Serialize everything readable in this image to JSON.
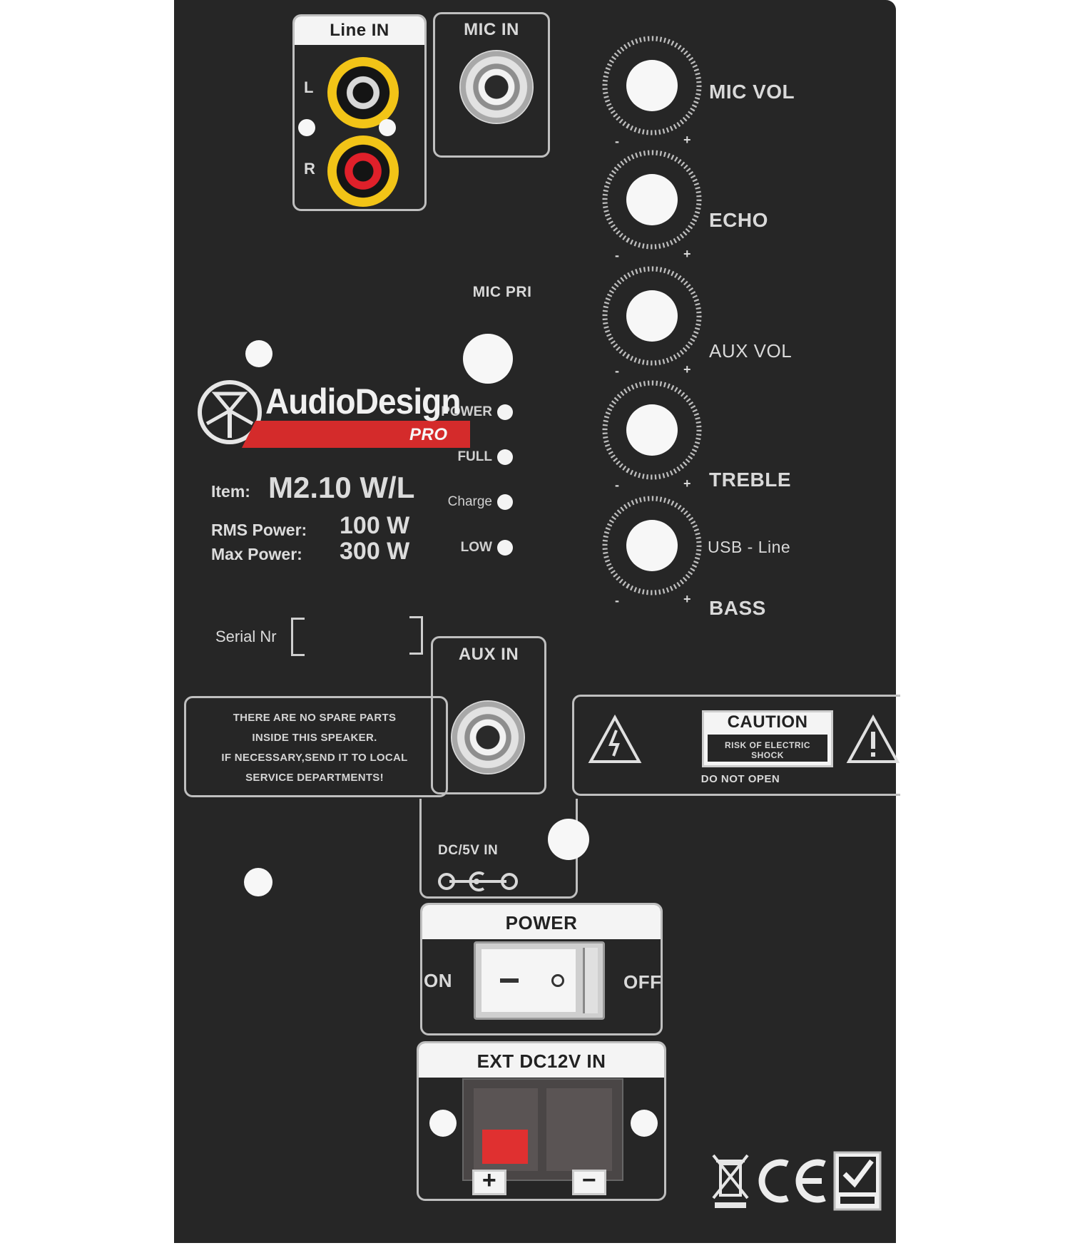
{
  "inputs": {
    "line_in": "Line IN",
    "left": "L",
    "right": "R",
    "mic_in": "MIC IN",
    "aux_in": "AUX IN",
    "dc5v_in": "DC/5V IN"
  },
  "knobs": [
    {
      "label": "MIC VOL",
      "minus": "-",
      "plus": "+"
    },
    {
      "label": "ECHO",
      "minus": "-",
      "plus": "+"
    },
    {
      "label": "AUX VOL",
      "minus": "-",
      "plus": "+"
    },
    {
      "label": "TREBLE",
      "minus": "-",
      "plus": "+"
    },
    {
      "label": "BASS",
      "minus": "-",
      "plus": "+"
    }
  ],
  "usb_line": "USB - Line",
  "mic_pri": "MIC PRI",
  "leds": [
    "POWER",
    "FULL",
    "Charge",
    "LOW"
  ],
  "brand": {
    "name": "AudioDesign",
    "sub": "PRO"
  },
  "specs": {
    "item_label": "Item:",
    "item_value": "M2.10 W/L",
    "rms_label": "RMS Power:",
    "rms_value": "100 W",
    "max_label": "Max Power:",
    "max_value": "300 W",
    "serial_label": "Serial Nr"
  },
  "warning": {
    "line1": "THERE ARE NO SPARE PARTS",
    "line2": "INSIDE THIS SPEAKER.",
    "line3": "IF NECESSARY,SEND IT TO LOCAL",
    "line4": "SERVICE DEPARTMENTS!"
  },
  "caution": {
    "title": "CAUTION",
    "sub": "RISK OF ELECTRIC SHOCK",
    "footer": "DO NOT OPEN"
  },
  "power": {
    "title": "POWER",
    "on": "ON",
    "off": "OFF"
  },
  "ext_dc": {
    "title": "EXT DC12V IN",
    "plus": "+",
    "minus": "−"
  },
  "colors": {
    "panel": "#262626",
    "rca_yellow": "#f2c417",
    "rca_red": "#e0202a",
    "brand_red": "#d42b2b",
    "terminal_red": "#e03030"
  },
  "icons": [
    "weee-bin-icon",
    "ce-mark-icon",
    "rohs-check-icon",
    "warning-triangle-icon",
    "brand-logo-icon"
  ]
}
